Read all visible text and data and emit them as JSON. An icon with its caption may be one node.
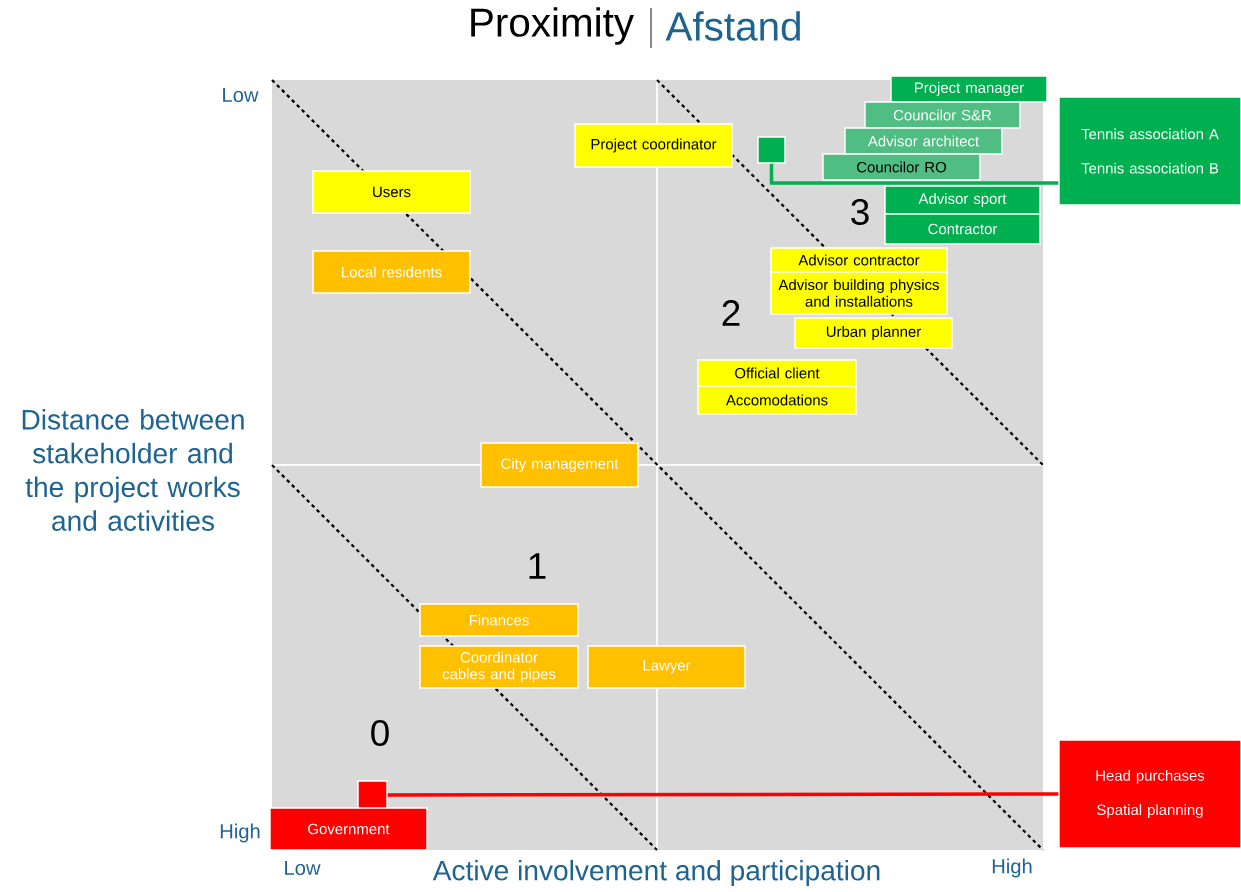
{
  "diagram": {
    "title": "Proximity",
    "nodes": [
      {
        "text": [
          "Project coordinator"
        ]
      },
      {
        "text": [
          "Users"
        ]
      },
      {
        "text": [
          "Local residents"
        ]
      },
      {
        "text": [
          "Project manager"
        ]
      },
      {
        "text": [
          "Councilor S&R"
        ]
      },
      {
        "text": [
          "Advisor architect"
        ]
      },
      {
        "text": [
          "Councilor RO"
        ]
      },
      {
        "text": [
          "Advisor sport"
        ]
      },
      {
        "text": [
          "Contractor"
        ]
      },
      {
        "text": [
          "Tennis association A",
          "Tennis association B"
        ]
      },
      {
        "text": [],
        "shape": "box"
      },
      {
        "text": [
          "Advisor contractor"
        ]
      },
      {
        "text": [
          "Advisor building physics and installations"
        ]
      },
      {
        "text": [
          "Urban planner"
        ]
      },
      {
        "text": [
          "Official client"
        ]
      },
      {
        "text": [
          "Accomodations"
        ]
      },
      {
        "text": [
          "City management"
        ]
      },
      {
        "text": [
          "Finances"
        ]
      },
      {
        "text": [
          "Coordinator cables and pipes"
        ]
      },
      {
        "text": [
          "Lawyer"
        ]
      },
      {
        "text": [],
        "shape": "box"
      },
      {
        "text": [
          "Government"
        ]
      },
      {
        "text": [
          "Head purchases",
          "Spatial planning"
        ]
      }
    ],
    "edges": [
      {
        "from": 10,
        "to": 9,
        "arrow": "none",
        "color": "#00b050"
      },
      {
        "from": 20,
        "to": 22,
        "arrow": "none",
        "color": "#ff0000"
      }
    ],
    "labels": [
      "Afstand",
      "Low",
      "3",
      "2",
      "Distance between stakeholder and the project works and activities",
      "1",
      "0",
      "High",
      "Low",
      "Active involvement and participation",
      "High"
    ]
  }
}
